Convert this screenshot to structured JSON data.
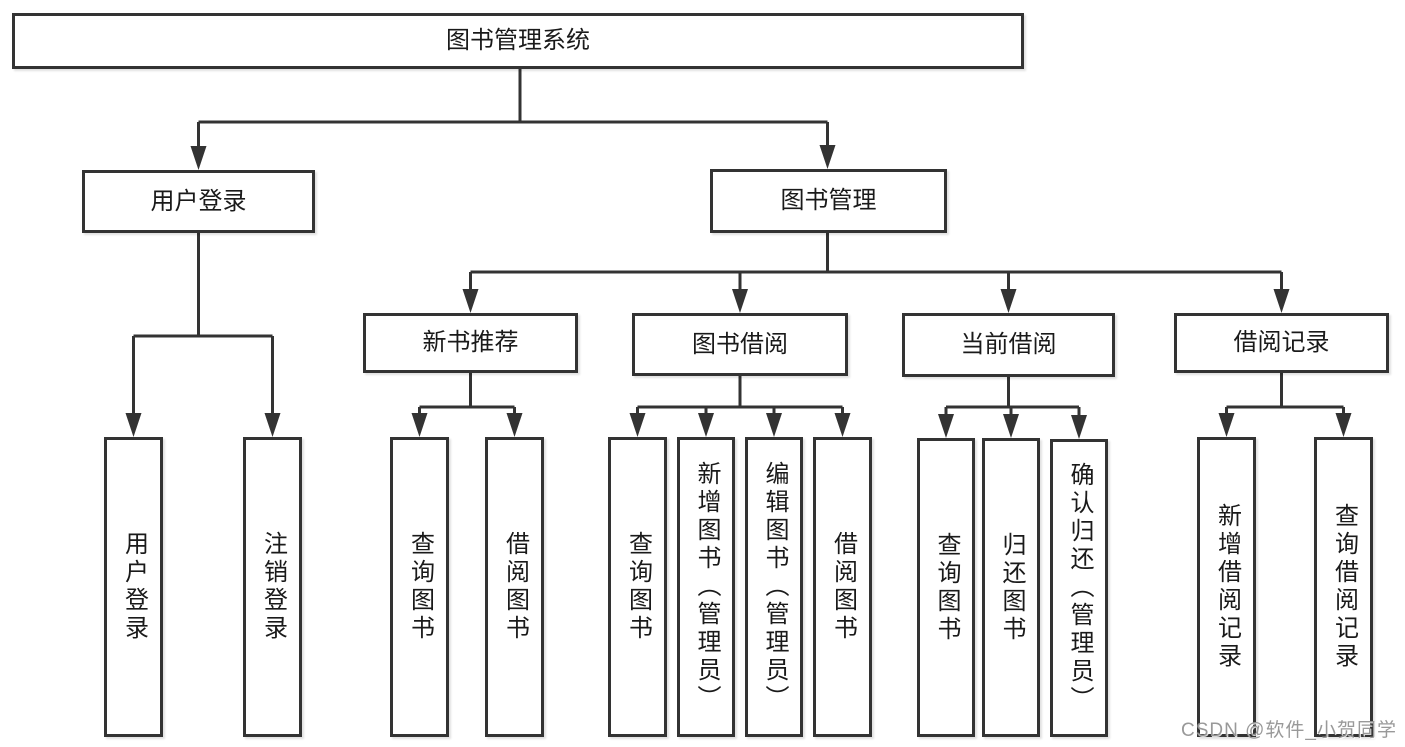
{
  "diagram": {
    "type": "tree",
    "title": "图书管理系统"
  },
  "nodes": {
    "root": "图书管理系统",
    "user_login": {
      "label": "用户登录",
      "children": [
        "用户登录",
        "注销登录"
      ]
    },
    "book_mgmt": {
      "label": "图书管理",
      "children": [
        {
          "label": "新书推荐",
          "children": [
            "查询图书",
            "借阅图书"
          ]
        },
        {
          "label": "图书借阅",
          "children": [
            "查询图书",
            "新增图书（管理员）",
            "编辑图书（管理员）",
            "借阅图书"
          ]
        },
        {
          "label": "当前借阅",
          "children": [
            "查询图书",
            "归还图书",
            "确认归还（管理员）"
          ]
        },
        {
          "label": "借阅记录",
          "children": [
            "新增借阅记录",
            "查询借阅记录"
          ]
        }
      ]
    }
  },
  "watermark": {
    "text": "CSDN @软件_小贺同学"
  },
  "colors": {
    "background": "#ffffff",
    "line": "#333333",
    "box_border": "#333333",
    "box_fill": "#ffffff",
    "text": "#1a1a1a",
    "watermark": "#949494"
  }
}
